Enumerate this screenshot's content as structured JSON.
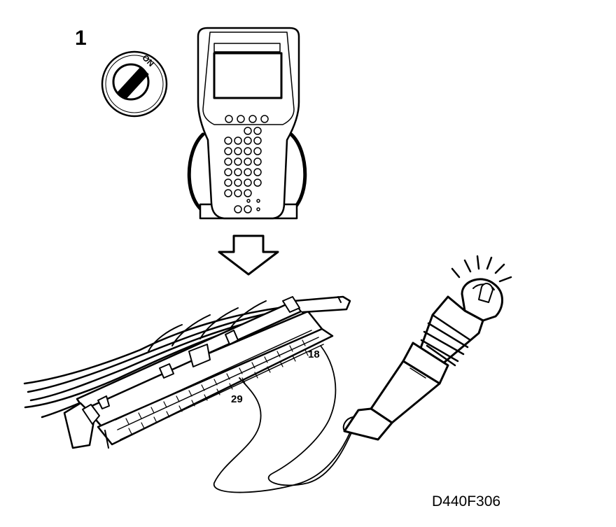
{
  "step": {
    "number": "1"
  },
  "ignition": {
    "position_label": "ON",
    "icon": "ignition-key-icon"
  },
  "scan_tool": {
    "icon": "handheld-scan-tool-icon"
  },
  "arrow": {
    "icon": "arrow-down-icon"
  },
  "connector": {
    "pin_high": "18",
    "pin_low": "29",
    "icon": "ecu-connector-icon"
  },
  "test_lamp": {
    "icon": "test-lamp-icon"
  },
  "figure": {
    "code": "D440F306"
  }
}
